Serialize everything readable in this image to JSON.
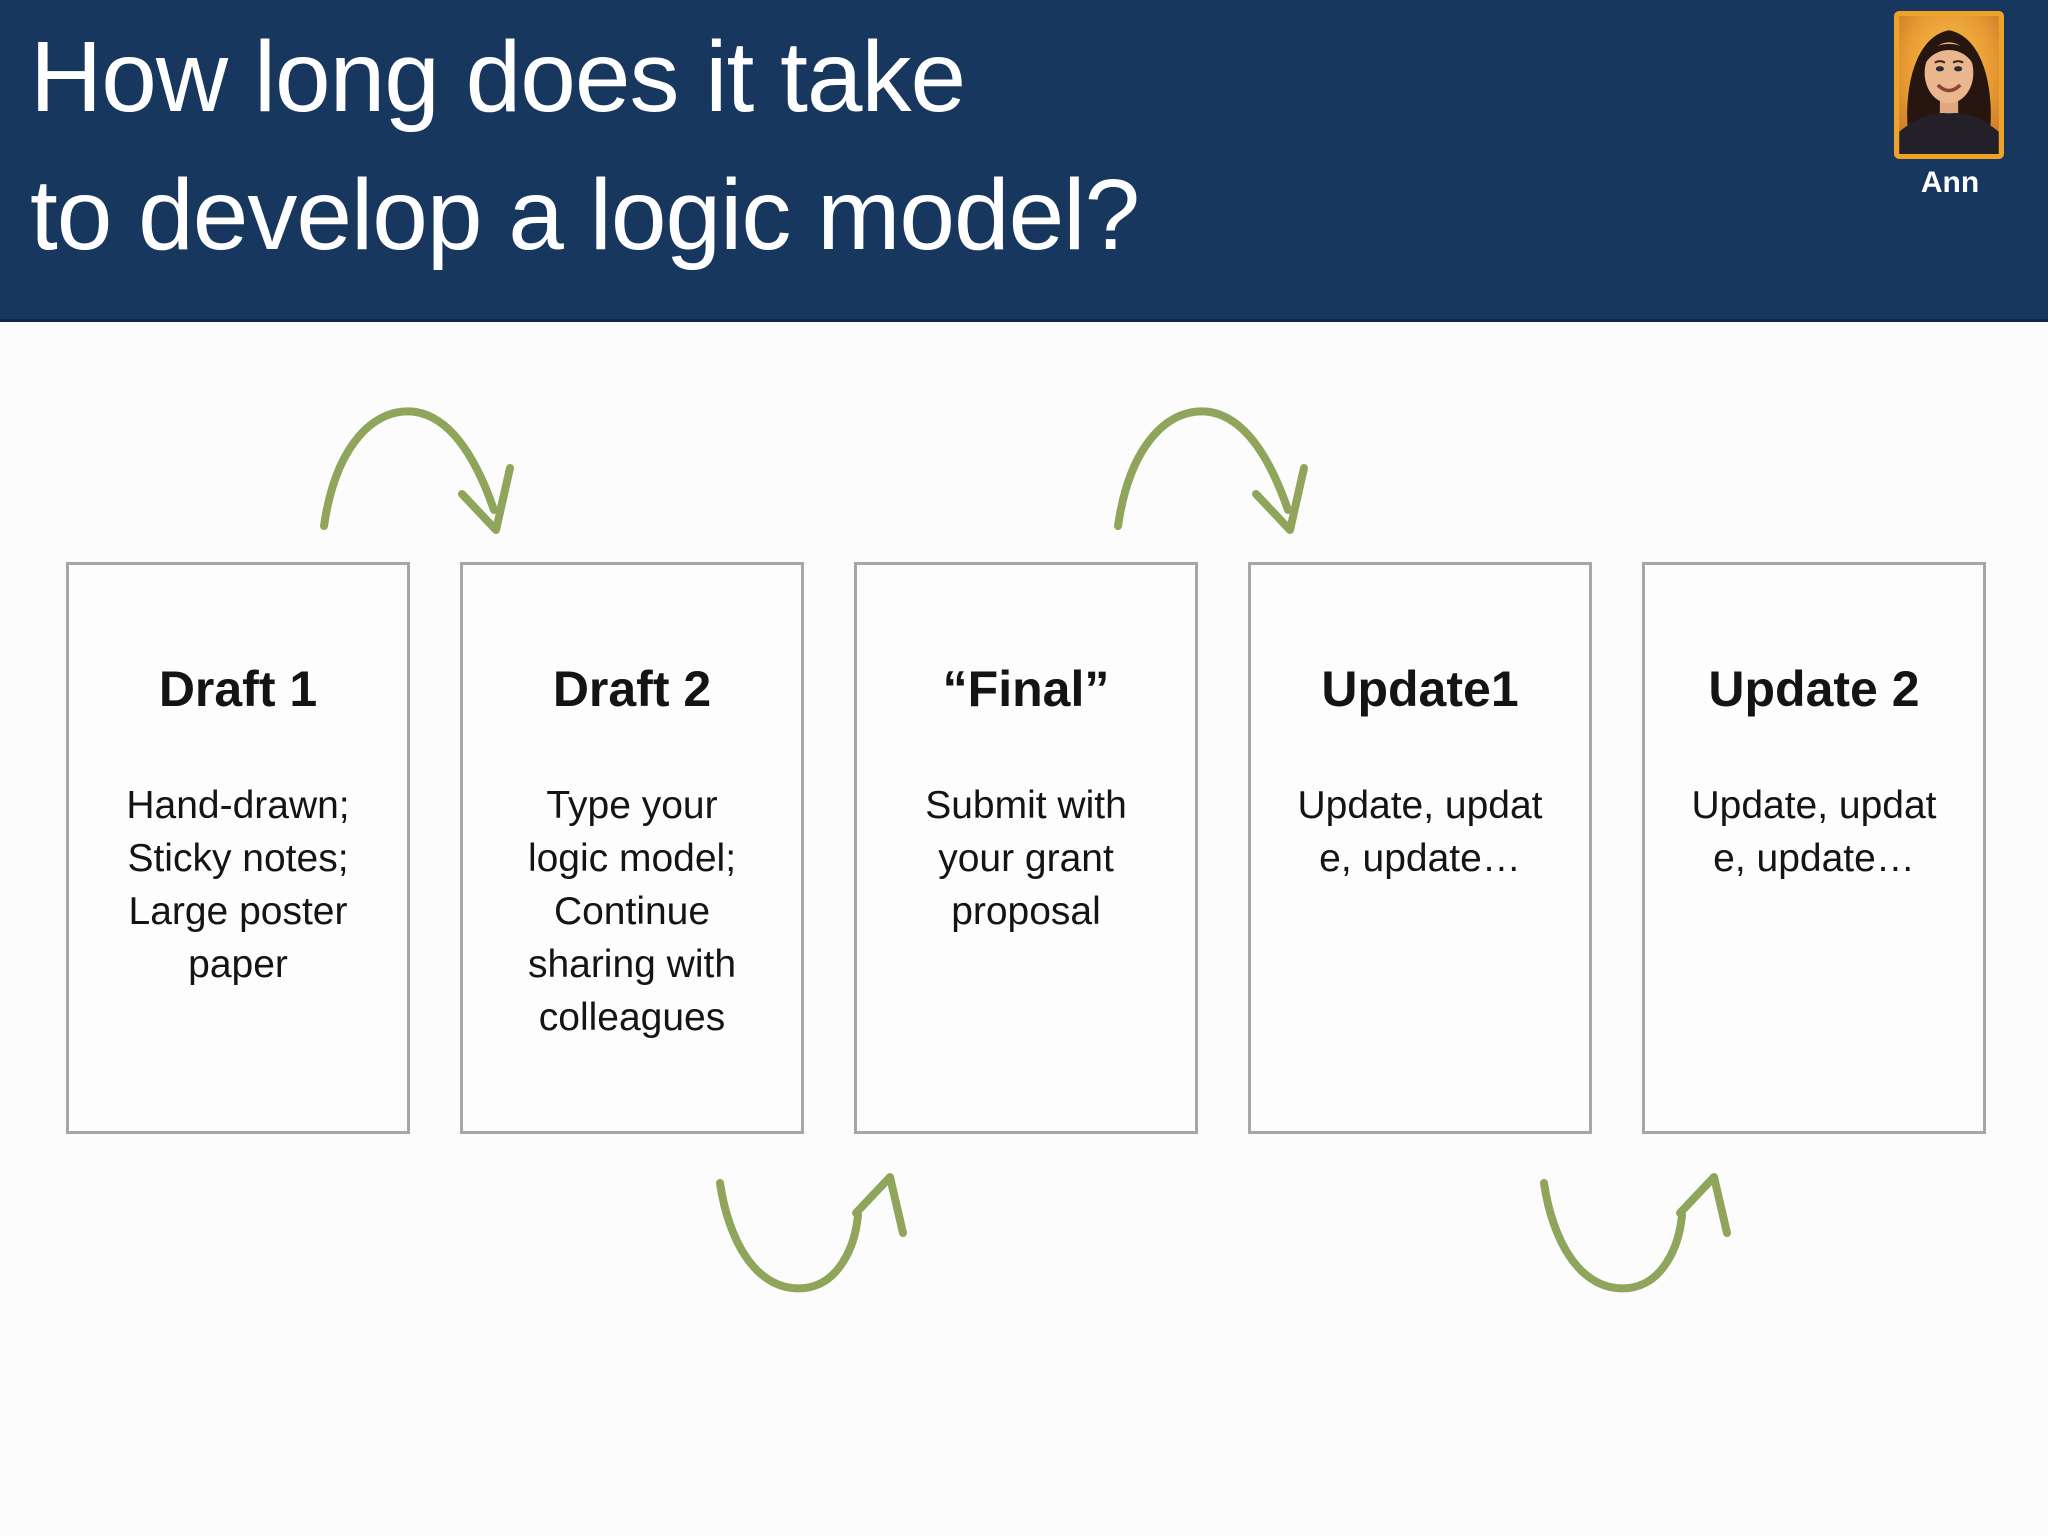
{
  "header": {
    "title_lines": [
      "How long does it take",
      "to develop a logic model?"
    ],
    "presenter_name": "Ann"
  },
  "steps": [
    {
      "title": "Draft 1",
      "body_lines": [
        "Hand-drawn;",
        "Sticky notes;",
        "Large poster",
        "paper"
      ]
    },
    {
      "title": "Draft 2",
      "body_lines": [
        "Type your",
        "logic model;",
        "Continue",
        "sharing with",
        "colleagues"
      ]
    },
    {
      "title": "“Final”",
      "body_lines": [
        "Submit with",
        "your grant",
        "proposal"
      ]
    },
    {
      "title": "Update1",
      "body_lines": [
        "Update, updat",
        "e, update…"
      ]
    },
    {
      "title": "Update 2",
      "body_lines": [
        "Update, updat",
        "e, update…"
      ]
    }
  ],
  "icons": {
    "avatar": "presenter-photo",
    "arrows": [
      "curved-arrow-over-draft1-to-draft2",
      "curved-arrow-under-draft2-to-final",
      "curved-arrow-over-final-to-update1",
      "curved-arrow-under-update1-to-update2"
    ]
  },
  "colors": {
    "header_bg": "#17375e",
    "title_text": "#ffffff",
    "page_bg": "#fcfcfc",
    "box_border": "#a6a6a6",
    "box_text": "#141414",
    "arrow_green": "#8fa55b",
    "avatar_border": "#eda329"
  }
}
